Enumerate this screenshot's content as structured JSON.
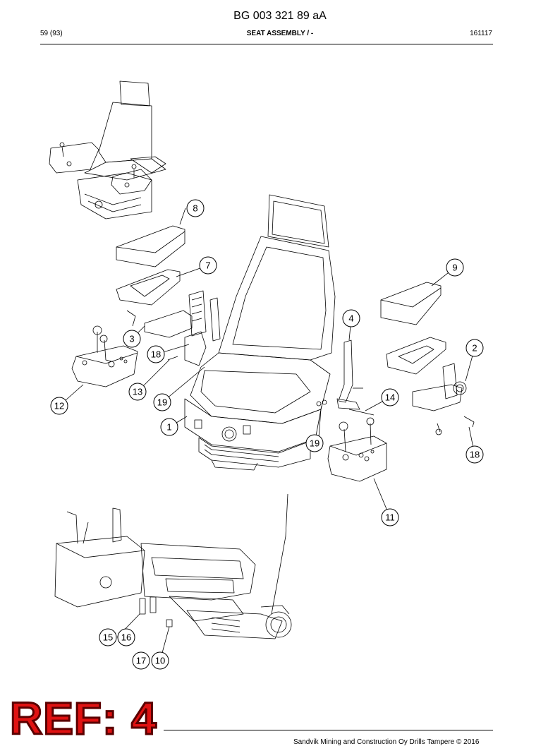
{
  "header": {
    "doc_id": "BG 003 321 89 aA",
    "page": "59 (93)",
    "title": "SEAT ASSEMBLY / -",
    "date": "161117"
  },
  "callouts": [
    "1",
    "2",
    "3",
    "4",
    "7",
    "8",
    "9",
    "10",
    "11",
    "12",
    "13",
    "14",
    "15",
    "16",
    "17",
    "18",
    "18",
    "19",
    "19"
  ],
  "ref_stamp": "REF: 4",
  "footer": {
    "copyright": "Sandvik Mining and Construction Oy Drills Tampere © 2016"
  }
}
